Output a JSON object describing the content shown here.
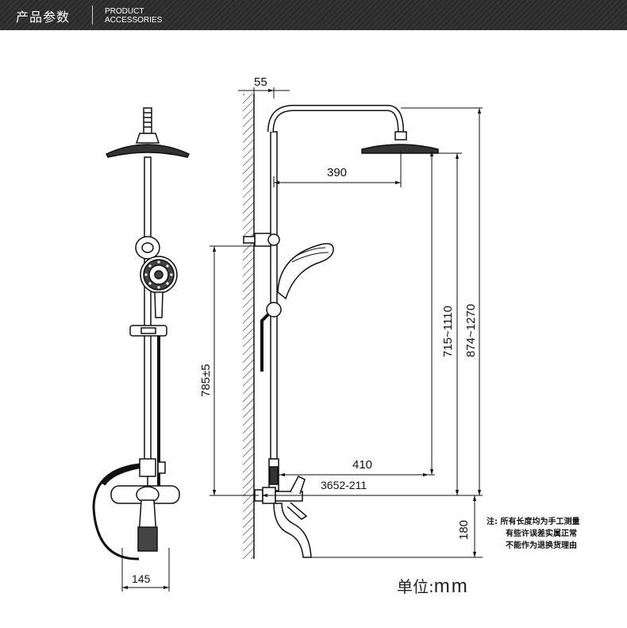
{
  "header": {
    "title_cn": "产品参数",
    "title_en_line1": "PRODUCT",
    "title_en_line2": "ACCESSORIES"
  },
  "dimensions": {
    "wall_offset": "55",
    "head_reach": "390",
    "slide_height": "785±5",
    "head_height_range": "715~1110",
    "total_height_range": "874~1270",
    "spout_reach": "410",
    "model_number": "3652-211",
    "outlet_height": "180",
    "mixer_width": "145"
  },
  "note": {
    "label": "注:",
    "line1": "所有长度均为手工测量",
    "line2": "有些许误差实属正常",
    "line3": "不能作为退换货理由"
  },
  "unit": {
    "label": "单位:",
    "value": "mm"
  }
}
